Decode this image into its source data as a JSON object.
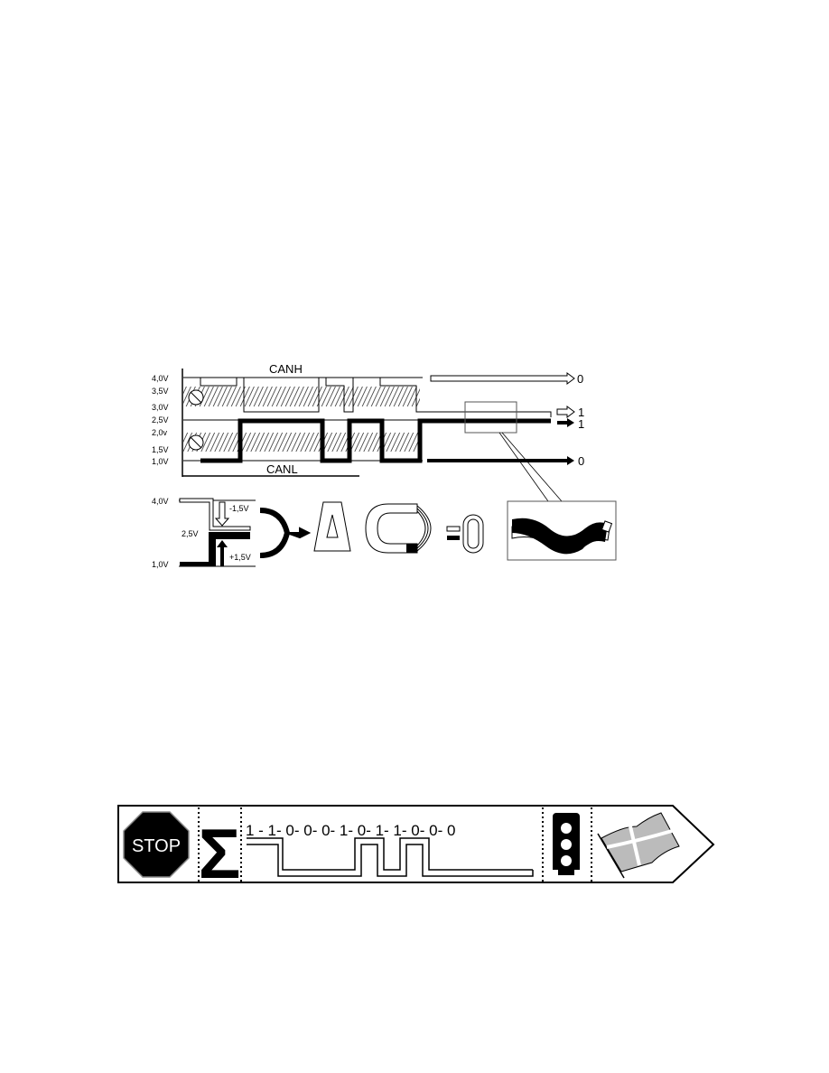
{
  "signal_diagram": {
    "voltage_labels": [
      "4,0V",
      "3,5V",
      "3,0V",
      "2,5V",
      "2,0v",
      "1,5V",
      "1,0V"
    ],
    "canh_label": "CANH",
    "canl_label": "CANL",
    "outputs": [
      "0",
      "1",
      "1",
      "0"
    ]
  },
  "differential_diagram": {
    "high_label": "4,0V",
    "mid_label": "2,5V",
    "low_label": "1,0V",
    "drop_label": "-1,5V",
    "rise_label": "+1,5V",
    "result_label": "0"
  },
  "bit_strip": {
    "stop_label": "STOP",
    "sigma_label": "Σ",
    "bit_sequence": "1 - 1- 0- 0- 0- 1- 0- 1- 1- 0- 0- 0"
  }
}
